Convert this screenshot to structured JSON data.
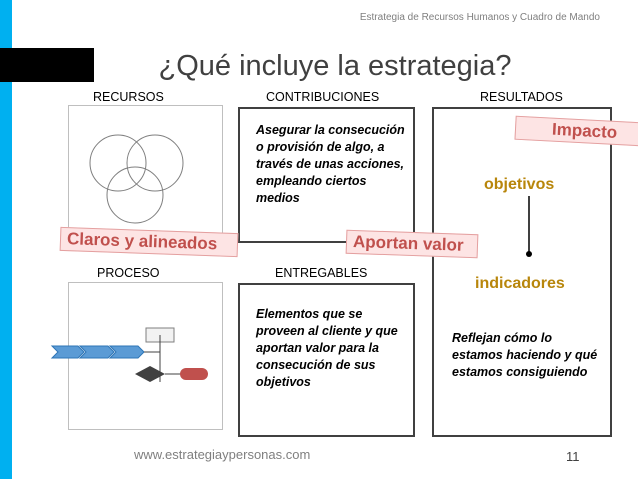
{
  "header": {
    "subtitle": "Estrategia de Recursos Humanos y Cuadro de Mando"
  },
  "slide": {
    "title": "¿Qué incluye la estrategia?"
  },
  "columns": {
    "recursos": "RECURSOS",
    "contribuciones": "CONTRIBUCIONES",
    "resultados": "RESULTADOS",
    "proceso": "PROCESO",
    "entregables": "ENTREGABLES"
  },
  "contribuciones_text": "Asegurar la consecución o provisión de algo, a través de unas acciones, empleando ciertos medios",
  "entregables_text": "Elementos que se proveen al cliente y que aportan valor para la consecución de sus objetivos",
  "resultados": {
    "objetivos": "objetivos",
    "indicadores": "indicadores",
    "text": "Reflejan cómo lo estamos haciendo y qué estamos consiguiendo"
  },
  "tags": {
    "impacto": "Impacto",
    "claros": "Claros y alineados",
    "aportan": "Aportan valor"
  },
  "footer": {
    "url": "www.estrategiaypersonas.com",
    "page": "11"
  },
  "colors": {
    "accent": "#00b0f0",
    "tag_red": "#c0504d",
    "gold": "#b8860b",
    "arrow_blue": "#5b9bd5"
  }
}
